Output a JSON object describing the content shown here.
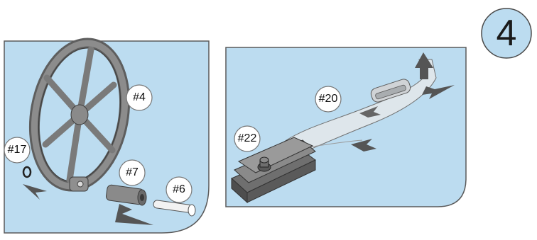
{
  "step": {
    "number": "4"
  },
  "labels": {
    "part_4": "#4",
    "part_17": "#17",
    "part_7": "#7",
    "part_6": "#6",
    "part_20": "#20",
    "part_22": "#22"
  },
  "colors": {
    "panel_fill": "#bcdcf0",
    "panel_stroke": "#5a5a5a",
    "part_dark": "#6f6f6f",
    "part_mid": "#9a9a9a",
    "part_light": "#d9d9d9",
    "strap": "#e4e7ea",
    "arrow": "#555555"
  }
}
